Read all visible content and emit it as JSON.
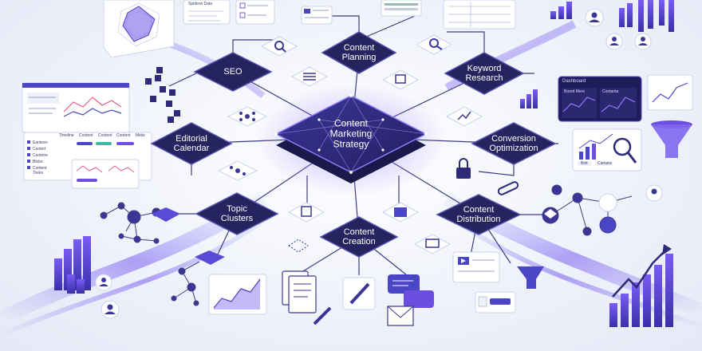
{
  "hub": {
    "line1": "Content",
    "line2": "Marketing",
    "line3": "Strategy"
  },
  "nodes": {
    "seo": {
      "line1": "SEO"
    },
    "content_planning": {
      "line1": "Content",
      "line2": "Planning"
    },
    "keyword_research": {
      "line1": "Keyword",
      "line2": "Research"
    },
    "editorial_calendar": {
      "line1": "Editorial",
      "line2": "Calendar"
    },
    "conversion_optimization": {
      "line1": "Conversion",
      "line2": "Optimization"
    },
    "topic_clusters": {
      "line1": "Topic",
      "line2": "Clusters"
    },
    "content_creation": {
      "line1": "Content",
      "line2": "Creation"
    },
    "content_distribution": {
      "line1": "Content",
      "line2": "Distribution"
    }
  },
  "panels": {
    "spider_title": "Spiderw Data",
    "timeline_row": [
      "Timeline",
      "Content",
      "Content",
      "Content",
      "Midw"
    ],
    "calendar_list": [
      "Eanteen",
      "Contert",
      "Conteire",
      "Blobs",
      "Content",
      "Toeks"
    ],
    "dashboard_title": "Dashboard",
    "dashboard_sub1": "Boord Mere",
    "dashboard_sub2": "Contanta",
    "conv_buttons": [
      "Bolt",
      "Camara"
    ]
  },
  "colors": {
    "node_fill": "#26245e",
    "node_edge": "#4d4a9c",
    "hub_fill": "#2e2a78",
    "accent": "#6c4fe0",
    "line": "#3e3b84"
  }
}
